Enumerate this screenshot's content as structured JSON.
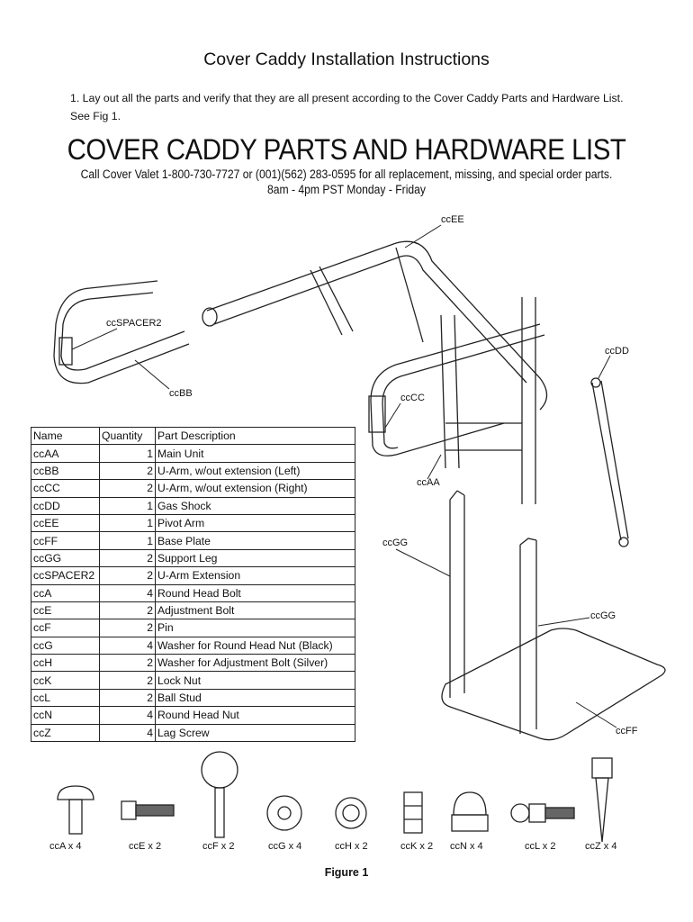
{
  "title": "Cover Caddy Installation Instructions",
  "step1": "1.   Lay out all the parts and verify that they are all present according to the Cover Caddy Parts and Hardware List. See Fig 1.",
  "parts_sheet": {
    "heading": "COVER CADDY PARTS AND HARDWARE LIST",
    "call": "Call Cover Valet 1-800-730-7727 or (001)(562) 283-0595 for all replacement, missing, and special order parts.",
    "hours": "8am - 4pm PST Monday - Friday"
  },
  "diagram_labels": {
    "ccEE": "ccEE",
    "ccSPACER2": "ccSPACER2",
    "ccDD": "ccDD",
    "ccBB": "ccBB",
    "ccCC": "ccCC",
    "ccAA": "ccAA",
    "ccGG1": "ccGG",
    "ccGG2": "ccGG",
    "ccFF": "ccFF"
  },
  "table": {
    "headers": [
      "Name",
      "Quantity",
      "Part Description"
    ],
    "rows": [
      [
        "ccAA",
        "1",
        "Main Unit"
      ],
      [
        "ccBB",
        "2",
        "U-Arm, w/out extension (Left)"
      ],
      [
        "ccCC",
        "2",
        "U-Arm, w/out extension (Right)"
      ],
      [
        "ccDD",
        "1",
        "Gas Shock"
      ],
      [
        "ccEE",
        "1",
        "Pivot Arm"
      ],
      [
        "ccFF",
        "1",
        "Base Plate"
      ],
      [
        "ccGG",
        "2",
        "Support Leg"
      ],
      [
        "ccSPACER2",
        "2",
        "U-Arm Extension"
      ],
      [
        "ccA",
        "4",
        "Round Head Bolt"
      ],
      [
        "ccE",
        "2",
        "Adjustment Bolt"
      ],
      [
        "ccF",
        "2",
        "Pin"
      ],
      [
        "ccG",
        "4",
        "Washer for Round Head Nut (Black)"
      ],
      [
        "ccH",
        "2",
        "Washer for Adjustment Bolt (Silver)"
      ],
      [
        "ccK",
        "2",
        "Lock Nut"
      ],
      [
        "ccL",
        "2",
        "Ball Stud"
      ],
      [
        "ccN",
        "4",
        "Round Head Nut"
      ],
      [
        "ccZ",
        "4",
        "Lag Screw"
      ]
    ]
  },
  "hardware": [
    "ccA x 4",
    "ccE x 2",
    "ccF x 2",
    "ccG x 4",
    "ccH x 2",
    "ccK x 2",
    "ccN x 4",
    "ccL x 2",
    "ccZ x 4"
  ],
  "figure_caption": "Figure 1"
}
